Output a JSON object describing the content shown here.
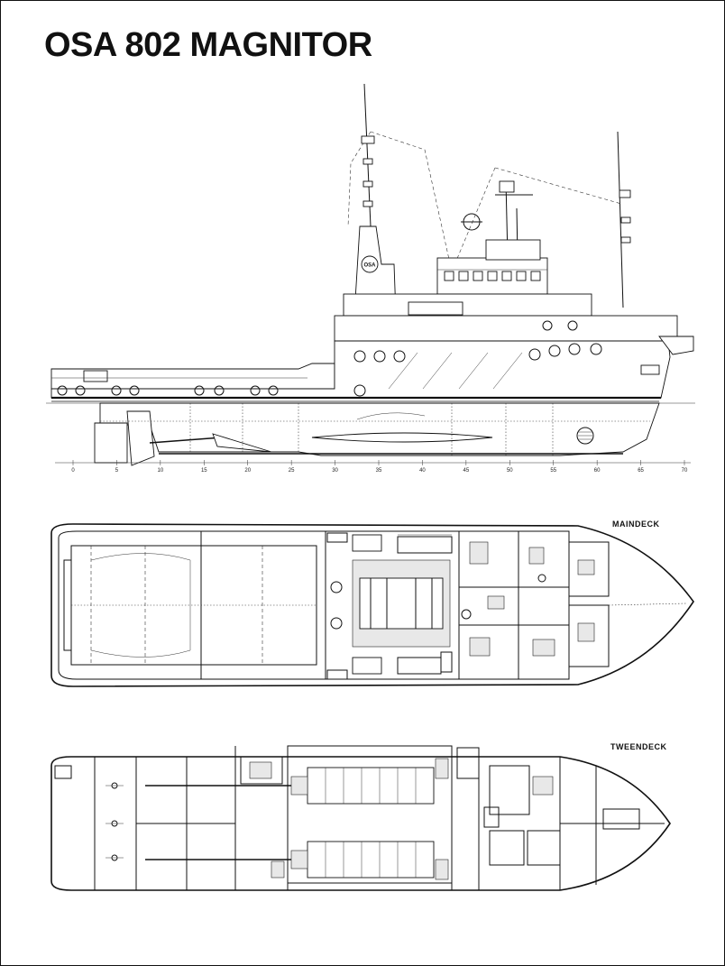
{
  "title": "OSA 802 MAGNITOR",
  "funnel_logo": "OSA",
  "profile_scale": {
    "ticks": [
      "0",
      "5",
      "10",
      "15",
      "20",
      "25",
      "30",
      "35",
      "40",
      "45",
      "50",
      "55",
      "60",
      "65",
      "70"
    ]
  },
  "decks": {
    "main": {
      "label": "MAINDECK"
    },
    "tween": {
      "label": "TWEENDECK"
    }
  }
}
